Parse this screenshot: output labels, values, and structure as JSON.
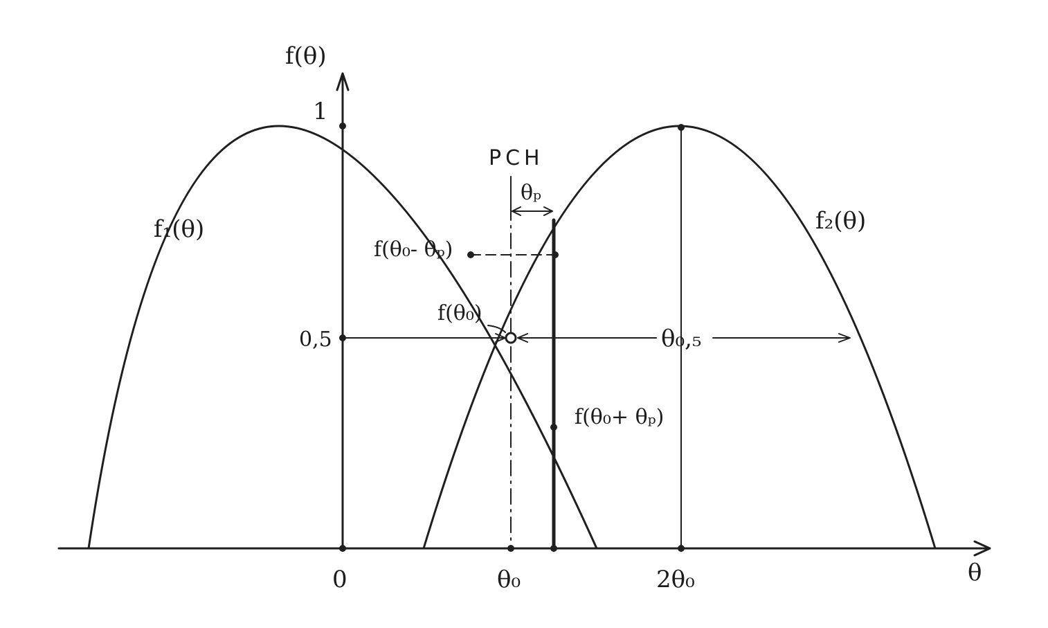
{
  "diagram": {
    "y_axis_label": "f(θ)",
    "x_axis_label": "θ",
    "y_tick_one": "1",
    "y_tick_half": "0,5",
    "x_tick_zero": "0",
    "x_tick_theta0": "θ₀",
    "x_tick_2theta0": "2θ₀",
    "curve1_label": "f₁(θ)",
    "curve2_label": "f₂(θ)",
    "pch_label": "PCH",
    "theta_p_label": "θₚ",
    "f_minus_label": "f(θ₀- θₚ)",
    "f_theta0_label": "f(θ₀)",
    "f_plus_label": "f(θ₀+ θₚ)",
    "halfwidth_label": "θ₀,₅"
  },
  "colors": {
    "ink": "#1f1f1f",
    "paper": "#ffffff"
  }
}
